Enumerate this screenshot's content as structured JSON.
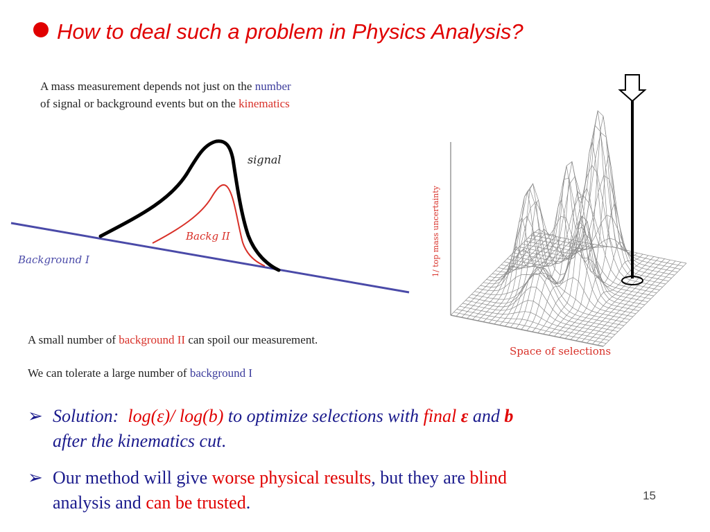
{
  "slide": {
    "title": "How to deal such a problem in Physics Analysis?",
    "page_number": "15"
  },
  "figure_left": {
    "caption_line1_a": "A mass measurement depends not just on the ",
    "caption_line1_b": "number",
    "caption_line2_a": "of signal or background events but on the ",
    "caption_line2_b": "kinematics",
    "label_signal": "signal",
    "label_backg2": "Backg II",
    "label_background1": "Background I",
    "note1_a": "A small number of ",
    "note1_b": "background II",
    "note1_c": " can spoil our measurement.",
    "note2_a": "We can tolerate a large number of ",
    "note2_b": "background I"
  },
  "figure_right": {
    "y_axis_label": "1/ top mass uncertainty",
    "x_axis_label": "Space of selections"
  },
  "bullets": {
    "b1_solution": "Solution:",
    "b1_formula": "log(ε)/ log(b)",
    "b1_mid": " to optimize selections with ",
    "b1_final": "final",
    "b1_eps": "ε",
    "b1_and": " and ",
    "b1_b": "b",
    "b1_line2": "after the kinematics cut",
    "b1_period": ".",
    "b2_a": "Our method will give ",
    "b2_b": "worse physical results",
    "b2_c": ", but they are ",
    "b2_d": "blind",
    "b2_line2_a": "analysis and ",
    "b2_line2_b": "can be trusted",
    "b2_period": "."
  },
  "colors": {
    "title_red": "#e00000",
    "bullet_blue": "#1a1a8c",
    "bg1_line": "#4a4aa8",
    "backg2_red": "#d83028"
  }
}
